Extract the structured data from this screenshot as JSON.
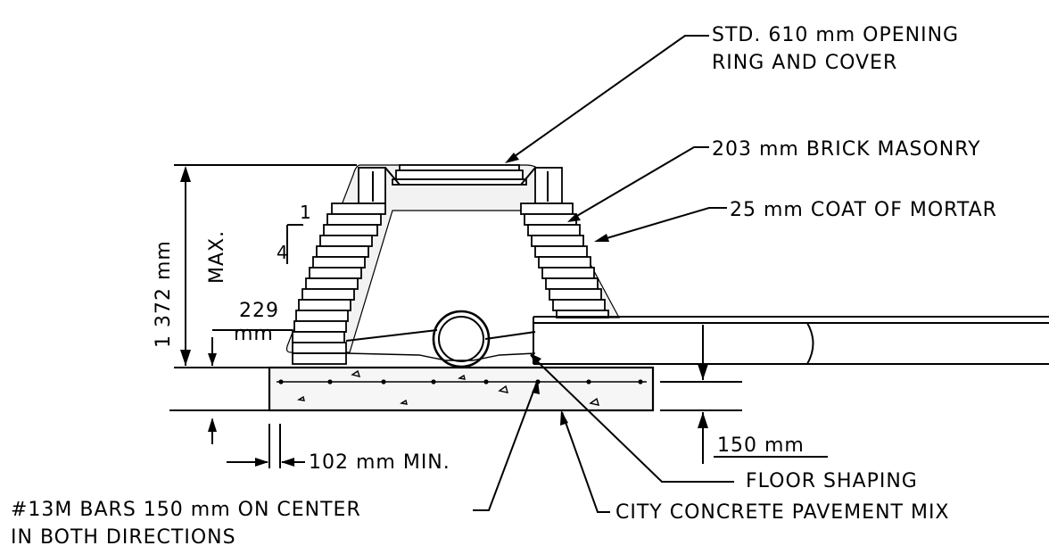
{
  "labels": {
    "opening_line1": "STD. 610 mm OPENING",
    "opening_line2": "RING AND COVER",
    "brick": "203 mm BRICK MASONRY",
    "mortar": "25 mm COAT OF MORTAR",
    "height_value": "1 372 mm",
    "height_max": "MAX.",
    "slope_rise": "1",
    "slope_run": "4",
    "dim_229": "229",
    "dim_229_unit": "mm",
    "dim_102": "102 mm MIN.",
    "dim_150": "150 mm",
    "floor": "FLOOR SHAPING",
    "bars_line1": "#13M BARS 150 mm ON CENTER",
    "bars_line2": "IN BOTH DIRECTIONS",
    "concrete": "CITY CONCRETE PAVEMENT MIX"
  }
}
